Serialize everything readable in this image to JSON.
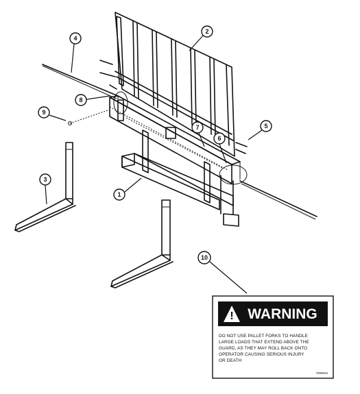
{
  "callouts": {
    "c1": "1",
    "c2": "2",
    "c3": "3",
    "c4": "4",
    "c5": "5",
    "c6": "6",
    "c7": "7",
    "c8": "8",
    "c9": "9",
    "c10": "10"
  },
  "warning_label": {
    "title": "WARNING",
    "lines": [
      "DO NOT USE PALLET FORKS TO HANDLE",
      "LARGE LOADS THAT EXTEND ABOVE THE",
      "GUARD, AS THEY MAY ROLL BACK ONTO",
      "OPERATOR CAUSING SERIOUS INJURY",
      "OR DEATH"
    ],
    "part_code": "7009034"
  }
}
